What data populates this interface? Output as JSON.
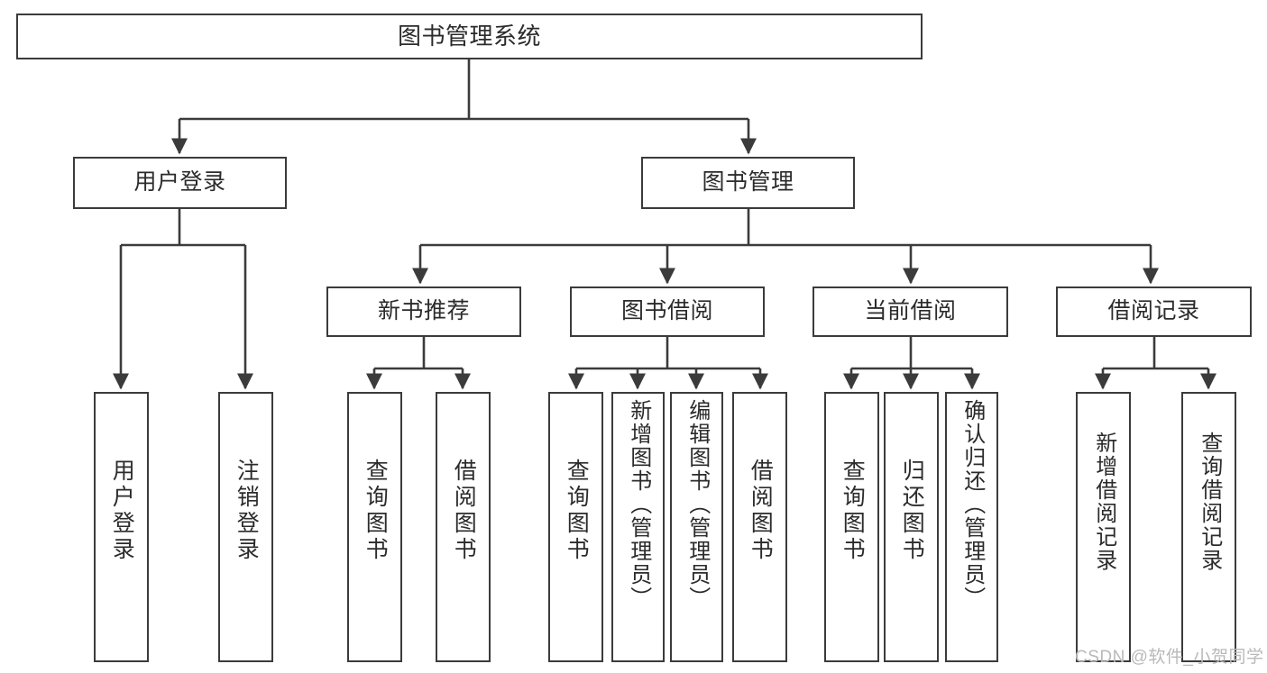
{
  "diagram": {
    "title": "图书管理系统",
    "type": "tree-hierarchy-chart",
    "colors": {
      "node_border": "#3b3b3b",
      "node_fill": "#ffffff",
      "edge": "#3b3b3b",
      "text": "#2b2b2b",
      "watermark": "#b9b9b9",
      "background": "#ffffff"
    },
    "watermark": "CSDN @软件_小贺同学",
    "nodes": {
      "root": {
        "label": "图书管理系统",
        "level": 1,
        "orientation": "horizontal"
      },
      "l2": [
        {
          "id": "user-login",
          "label": "用户登录",
          "level": 2,
          "orientation": "horizontal"
        },
        {
          "id": "book-manage",
          "label": "图书管理",
          "level": 2,
          "orientation": "horizontal"
        }
      ],
      "l3": [
        {
          "id": "new-book-rec",
          "label": "新书推荐",
          "level": 3,
          "orientation": "horizontal",
          "parent": "book-manage"
        },
        {
          "id": "book-borrow",
          "label": "图书借阅",
          "level": 3,
          "orientation": "horizontal",
          "parent": "book-manage"
        },
        {
          "id": "current-borrow",
          "label": "当前借阅",
          "level": 3,
          "orientation": "horizontal",
          "parent": "book-manage"
        },
        {
          "id": "borrow-record",
          "label": "借阅记录",
          "level": 3,
          "orientation": "horizontal",
          "parent": "book-manage"
        }
      ],
      "leaves": [
        {
          "id": "leaf-user-login",
          "label": "用户登录",
          "orientation": "vertical",
          "parent": "user-login"
        },
        {
          "id": "leaf-user-logout",
          "label": "注销登录",
          "orientation": "vertical",
          "parent": "user-login"
        },
        {
          "id": "leaf-query-book-rec",
          "label": "查询图书",
          "orientation": "vertical",
          "parent": "new-book-rec"
        },
        {
          "id": "leaf-borrow-book-rec",
          "label": "借阅图书",
          "orientation": "vertical",
          "parent": "new-book-rec"
        },
        {
          "id": "leaf-query-book-borrow",
          "label": "查询图书",
          "orientation": "vertical",
          "parent": "book-borrow"
        },
        {
          "id": "leaf-add-book",
          "label": "新增图书（管理员）",
          "orientation": "vertical",
          "parent": "book-borrow"
        },
        {
          "id": "leaf-edit-book",
          "label": "编辑图书（管理员）",
          "orientation": "vertical",
          "parent": "book-borrow"
        },
        {
          "id": "leaf-borrow-book",
          "label": "借阅图书",
          "orientation": "vertical",
          "parent": "book-borrow"
        },
        {
          "id": "leaf-query-book-current",
          "label": "查询图书",
          "orientation": "vertical",
          "parent": "current-borrow"
        },
        {
          "id": "leaf-return-book",
          "label": "归还图书",
          "orientation": "vertical",
          "parent": "current-borrow"
        },
        {
          "id": "leaf-confirm-return",
          "label": "确认归还（管理员）",
          "orientation": "vertical",
          "parent": "current-borrow"
        },
        {
          "id": "leaf-add-record",
          "label": "新增借阅记录",
          "orientation": "vertical",
          "parent": "borrow-record"
        },
        {
          "id": "leaf-query-record",
          "label": "查询借阅记录",
          "orientation": "vertical",
          "parent": "borrow-record"
        }
      ]
    }
  }
}
